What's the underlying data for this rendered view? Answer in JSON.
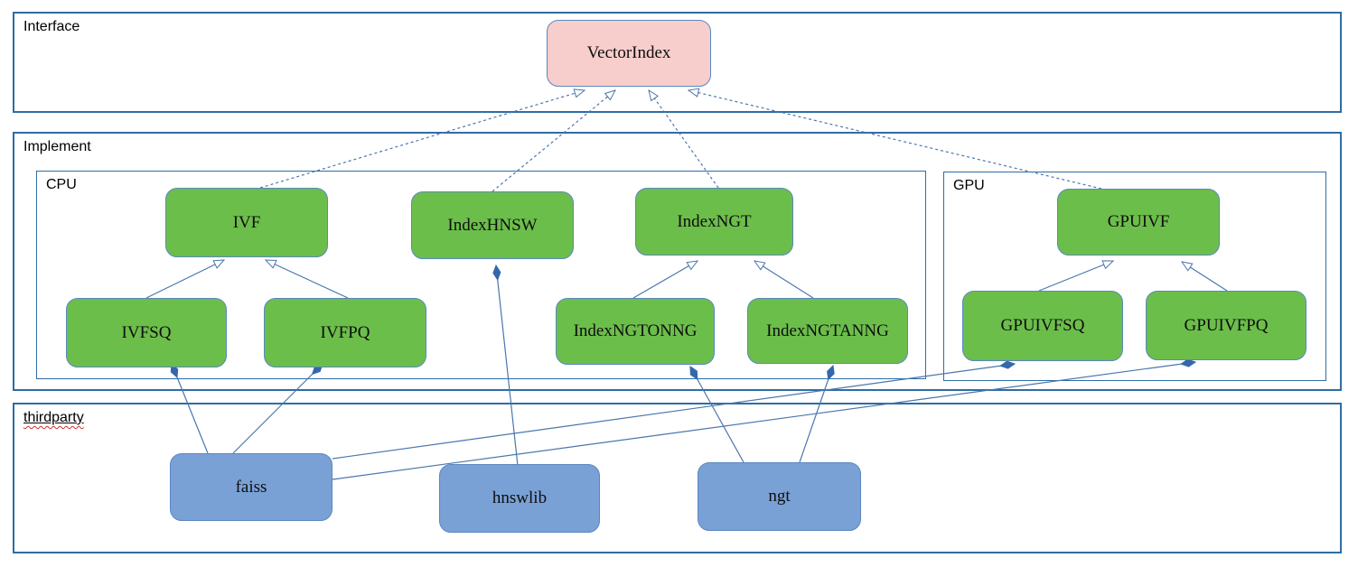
{
  "diagram": {
    "containers": {
      "interface": {
        "label": "Interface"
      },
      "implement": {
        "label": "Implement"
      },
      "cpu": {
        "label": "CPU"
      },
      "gpu": {
        "label": "GPU"
      },
      "thirdparty": {
        "label": "thirdparty"
      }
    },
    "nodes": {
      "vectorindex": {
        "label": "VectorIndex",
        "container": "interface",
        "color": "pink"
      },
      "ivf": {
        "label": "IVF",
        "container": "cpu",
        "color": "green"
      },
      "indexhnsw": {
        "label": "IndexHNSW",
        "container": "cpu",
        "color": "green"
      },
      "indexngt": {
        "label": "IndexNGT",
        "container": "cpu",
        "color": "green"
      },
      "ivfsq": {
        "label": "IVFSQ",
        "container": "cpu",
        "color": "green"
      },
      "ivfpq": {
        "label": "IVFPQ",
        "container": "cpu",
        "color": "green"
      },
      "indexngtonng": {
        "label": "IndexNGTONNG",
        "container": "cpu",
        "color": "green"
      },
      "indexngtanng": {
        "label": "IndexNGTANNG",
        "container": "cpu",
        "color": "green"
      },
      "gpuivf": {
        "label": "GPUIVF",
        "container": "gpu",
        "color": "green"
      },
      "gpuivfsq": {
        "label": "GPUIVFSQ",
        "container": "gpu",
        "color": "green"
      },
      "gpuivfpq": {
        "label": "GPUIVFPQ",
        "container": "gpu",
        "color": "green"
      },
      "faiss": {
        "label": "faiss",
        "container": "thirdparty",
        "color": "blue"
      },
      "hnswlib": {
        "label": "hnswlib",
        "container": "thirdparty",
        "color": "blue"
      },
      "ngt": {
        "label": "ngt",
        "container": "thirdparty",
        "color": "blue"
      }
    },
    "edges": [
      {
        "from": "IVF",
        "to": "VectorIndex",
        "type": "inheritance",
        "line": "dashed"
      },
      {
        "from": "IndexHNSW",
        "to": "VectorIndex",
        "type": "inheritance",
        "line": "dashed"
      },
      {
        "from": "IndexNGT",
        "to": "VectorIndex",
        "type": "inheritance",
        "line": "dashed"
      },
      {
        "from": "GPUIVF",
        "to": "VectorIndex",
        "type": "inheritance",
        "line": "dashed"
      },
      {
        "from": "IVFSQ",
        "to": "IVF",
        "type": "inheritance",
        "line": "solid"
      },
      {
        "from": "IVFPQ",
        "to": "IVF",
        "type": "inheritance",
        "line": "solid"
      },
      {
        "from": "IndexNGTONNG",
        "to": "IndexNGT",
        "type": "inheritance",
        "line": "solid"
      },
      {
        "from": "IndexNGTANNG",
        "to": "IndexNGT",
        "type": "inheritance",
        "line": "solid"
      },
      {
        "from": "GPUIVFSQ",
        "to": "GPUIVF",
        "type": "inheritance",
        "line": "solid"
      },
      {
        "from": "GPUIVFPQ",
        "to": "GPUIVF",
        "type": "inheritance",
        "line": "solid"
      },
      {
        "from": "faiss",
        "to": "IVFSQ",
        "type": "composition",
        "line": "solid"
      },
      {
        "from": "faiss",
        "to": "IVFPQ",
        "type": "composition",
        "line": "solid"
      },
      {
        "from": "faiss",
        "to": "GPUIVFSQ",
        "type": "composition",
        "line": "solid"
      },
      {
        "from": "faiss",
        "to": "GPUIVFPQ",
        "type": "composition",
        "line": "solid"
      },
      {
        "from": "hnswlib",
        "to": "IndexHNSW",
        "type": "composition",
        "line": "solid"
      },
      {
        "from": "ngt",
        "to": "IndexNGTONNG",
        "type": "composition",
        "line": "solid"
      },
      {
        "from": "ngt",
        "to": "IndexNGTANNG",
        "type": "composition",
        "line": "solid"
      }
    ],
    "colors": {
      "node_green": "#6cbe4b",
      "node_blue": "#7aa1d6",
      "node_pink": "#f8cecc",
      "node_border": "#5a87c0",
      "container_border": "#2e6da4",
      "edge_blue": "#4a76ad",
      "diamond_fill": "#3567ac",
      "spellcheck_red": "#d03030"
    }
  }
}
